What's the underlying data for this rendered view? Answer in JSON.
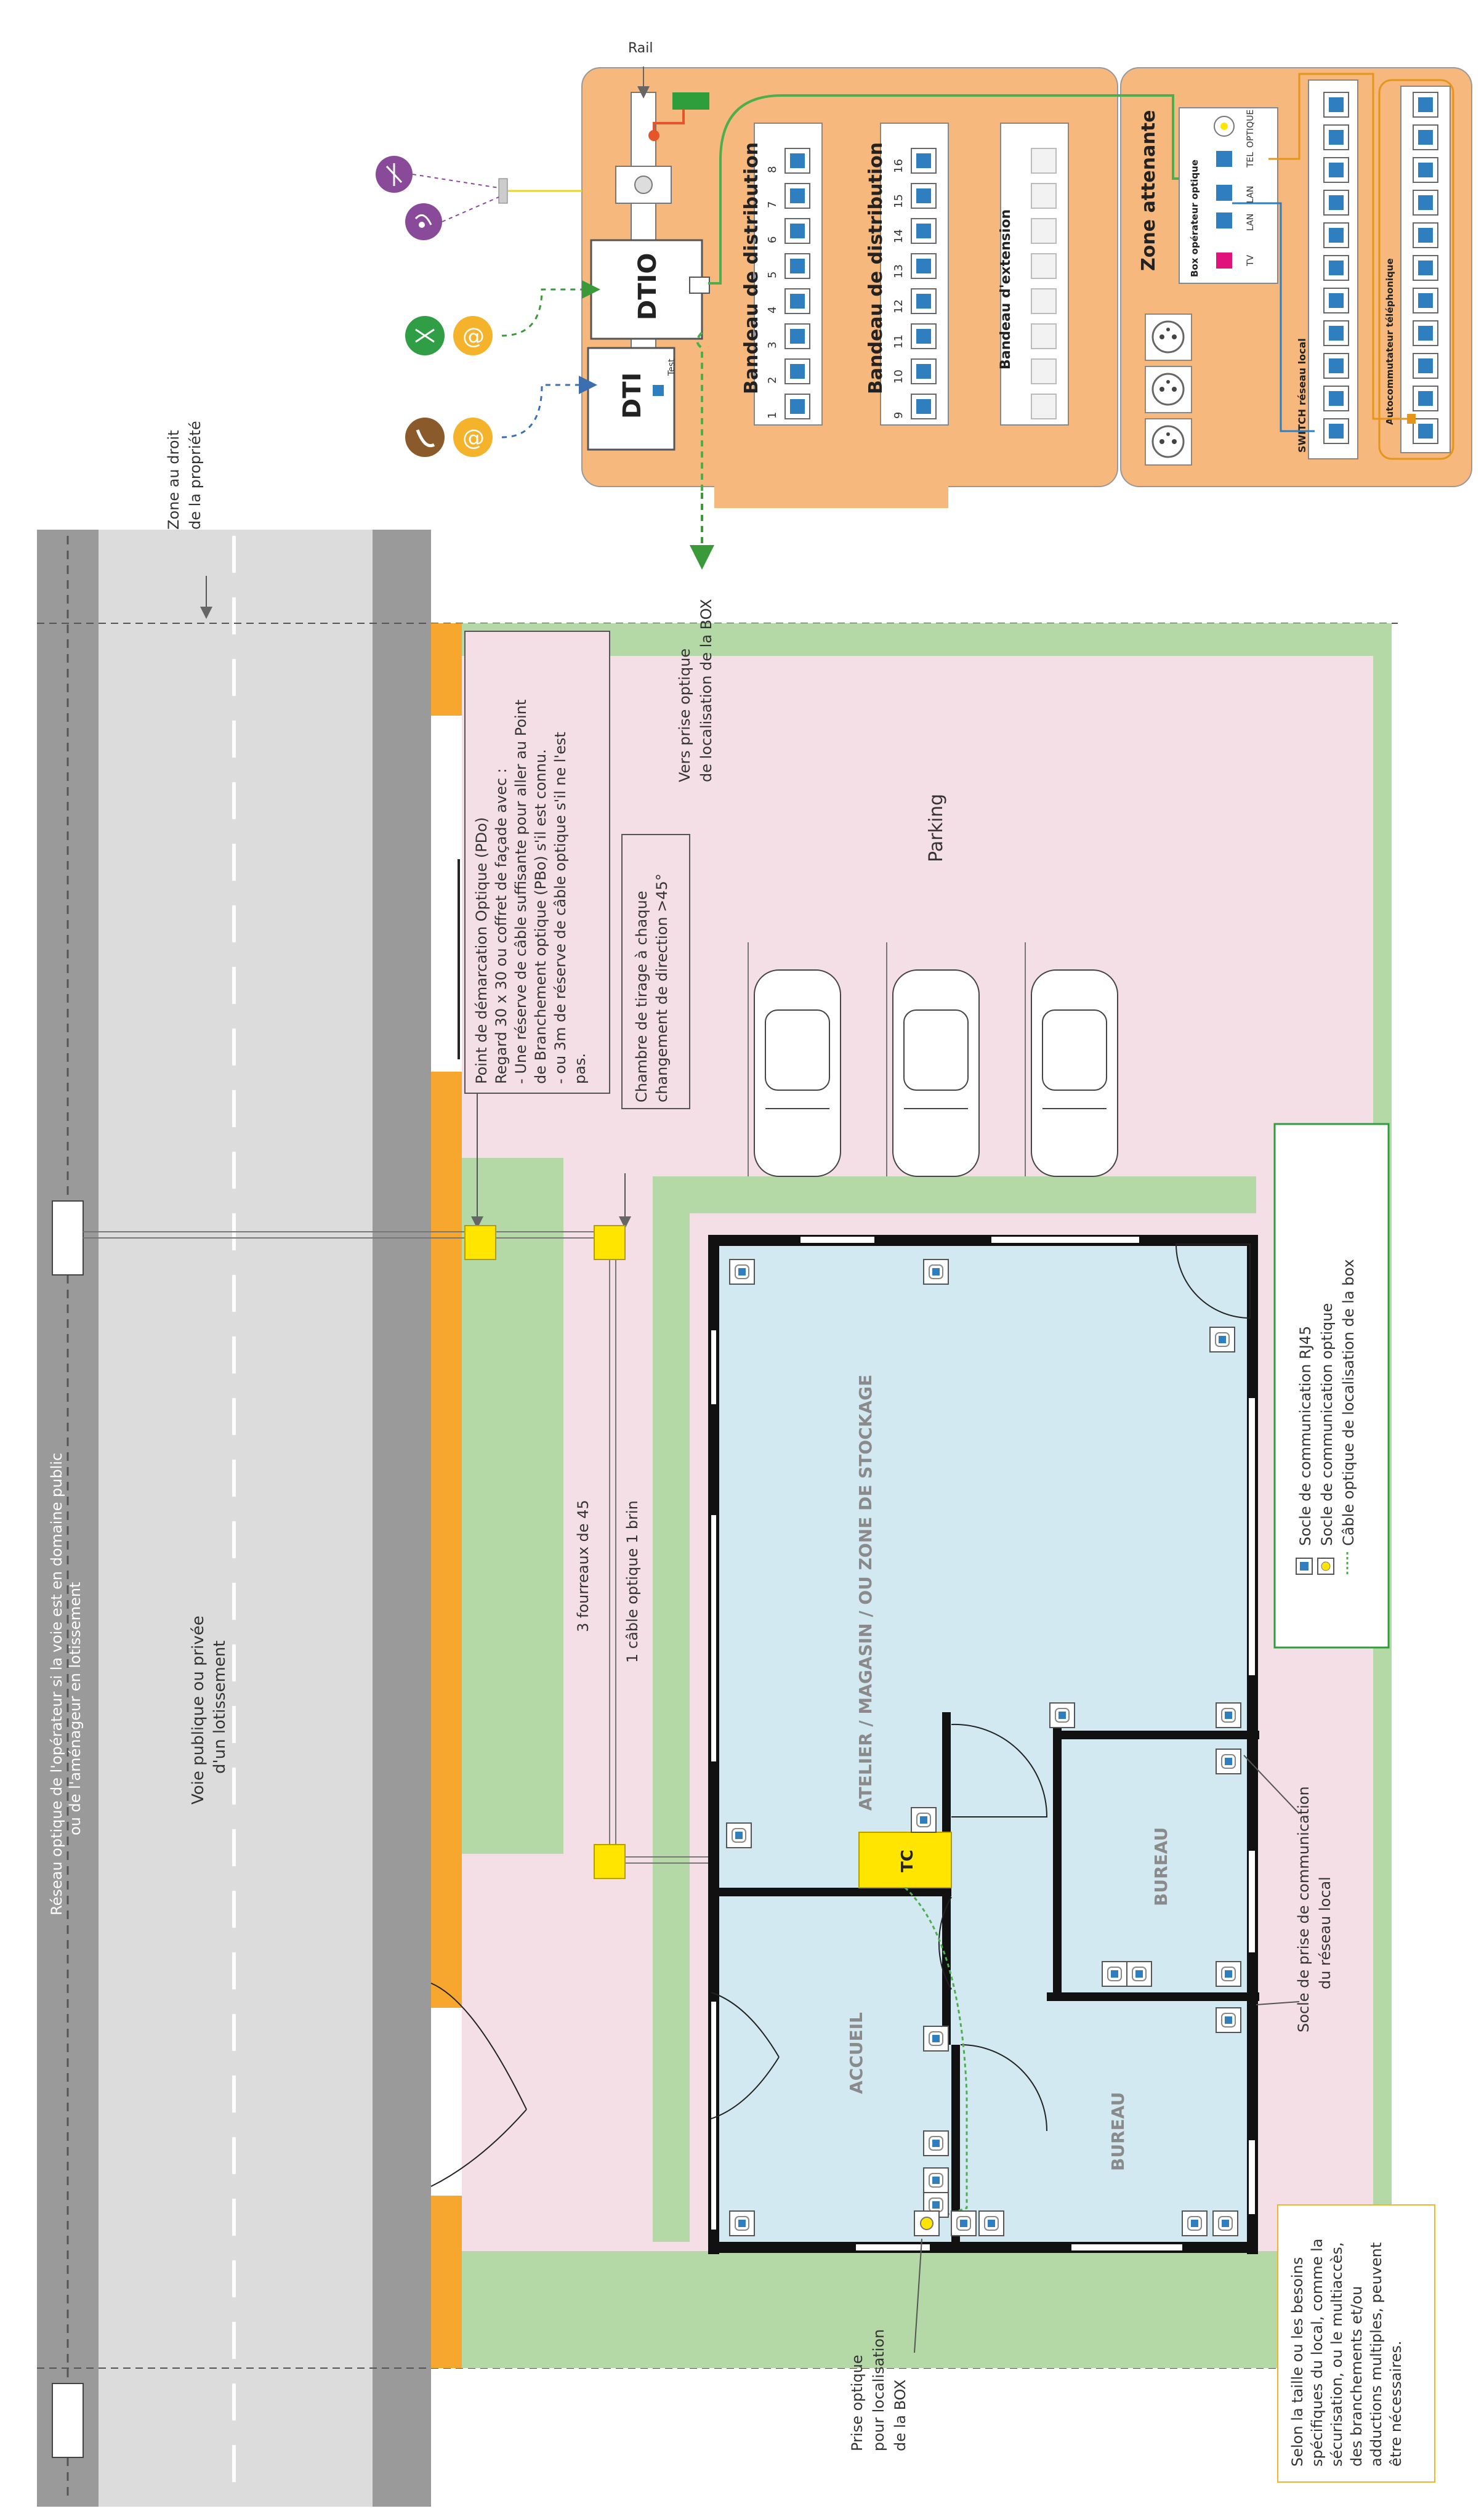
{
  "labels": {
    "rail": "Rail",
    "dtio": "DTIO",
    "dti": "DTI",
    "test": "Test",
    "bandeau_distribution_1": "Bandeau de distribution",
    "bandeau_distribution_2": "Bandeau de distribution",
    "bandeau_extension": "Bandeau d'extension",
    "zone_attenante": "Zone attenante",
    "box_operateur": "Box opérateur optique",
    "tv": "TV",
    "lan1": "LAN",
    "lan2": "LAN",
    "tel": "TEL",
    "optique": "OPTIQUE",
    "switch": "SWITCH réseau local",
    "autocommutateur": "Autocommutateur téléphonique",
    "zone_droit_1": "Zone au droit",
    "zone_droit_2": "de la propriété",
    "reseau_1": "Réseau optique de l'opérateur si la voie est en domaine public",
    "reseau_2": "ou de l'aménageur en lotissement",
    "voie_1": "Voie publique ou privée",
    "voie_2": "d'un lotissement",
    "vers_prise_1": "Vers prise optique",
    "vers_prise_2": "de localisation de la BOX",
    "parking": "Parking",
    "pdo_1": "Point de démarcation Optique (PDo)",
    "pdo_2": "Regard 30 x 30 ou coffret de façade avec :",
    "pdo_3": "- Une réserve de câble suffisante pour aller au Point",
    "pdo_4": "de Branchement optique (PBo) s'il est connu.",
    "pdo_5": "- ou 3m de réserve de câble optique s'il ne l'est",
    "pdo_6": "pas.",
    "chambre_1": "Chambre de tirage à chaque",
    "chambre_2": "changement de direction >45°",
    "fourreaux": "3 fourreaux de 45",
    "cable_brin": "1 câble optique 1 brin",
    "atelier": "ATELIER / MAGASIN / OU ZONE DE STOCKAGE",
    "bureau_1": "BUREAU",
    "bureau_2": "BUREAU",
    "accueil": "ACCUEIL",
    "tc": "TC",
    "legend_rj45": "Socle de communication RJ45",
    "legend_optique": "Socle de communication optique",
    "legend_cable": "Câble optique de localisation de la box",
    "socle_reseau_1": "Socle de prise de communication",
    "socle_reseau_2": "du réseau local",
    "prise_1": "Prise optique",
    "prise_2": "pour localisation",
    "prise_3": "de la BOX",
    "note_1": "Selon la taille ou les besoins",
    "note_2": "spécifiques du local, comme la",
    "note_3": "sécurisation, ou le multiaccès,",
    "note_4": "des branchements et/ou",
    "note_5": "adductions multiples, peuvent",
    "note_6": "être nécessaires."
  },
  "port_numbers_row1": [
    "1",
    "2",
    "3",
    "4",
    "5",
    "6",
    "7",
    "8"
  ],
  "port_numbers_row2": [
    "9",
    "10",
    "11",
    "12",
    "13",
    "14",
    "15",
    "16"
  ],
  "colors": {
    "panel": "#f6b87c",
    "road": "#dcdcdc",
    "curb": "#9a9a9a",
    "sidewalk": "#f7a72d",
    "lot": "#f4dfe6",
    "green": "#b5d9a6",
    "room": "#d3e9f2",
    "chamber": "#ffe500",
    "port": "#2f7fc0",
    "cable": "#5cb85c"
  }
}
